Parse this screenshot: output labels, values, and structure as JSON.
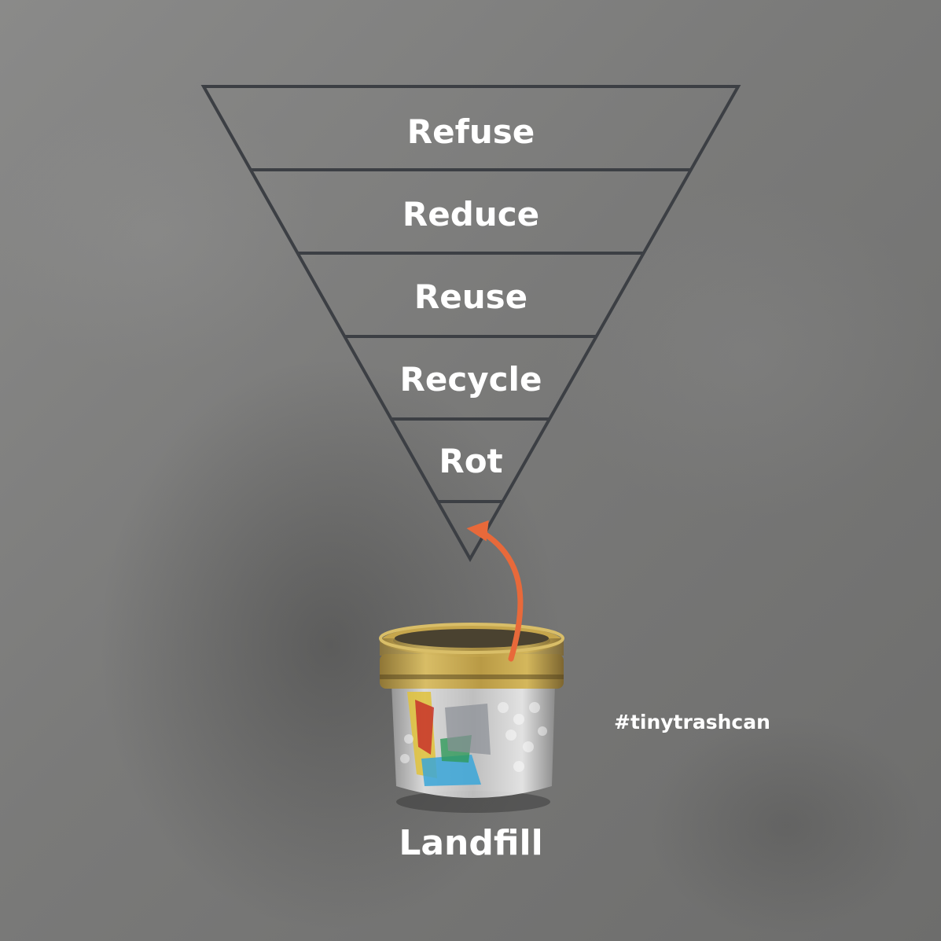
{
  "hierarchy": {
    "levels": [
      {
        "label": "Refuse"
      },
      {
        "label": "Reduce"
      },
      {
        "label": "Reuse"
      },
      {
        "label": "Recycle"
      },
      {
        "label": "Rot"
      }
    ]
  },
  "landfill": {
    "label": "Landfill"
  },
  "hashtag": "#tinytrashcan",
  "colors": {
    "line": "#3c3f44",
    "text": "#ffffff",
    "arrow": "#e8693a",
    "lid": "#c9a84a"
  },
  "icons": {
    "arrow": "curved-arrow-icon",
    "jar": "mason-jar-icon"
  }
}
